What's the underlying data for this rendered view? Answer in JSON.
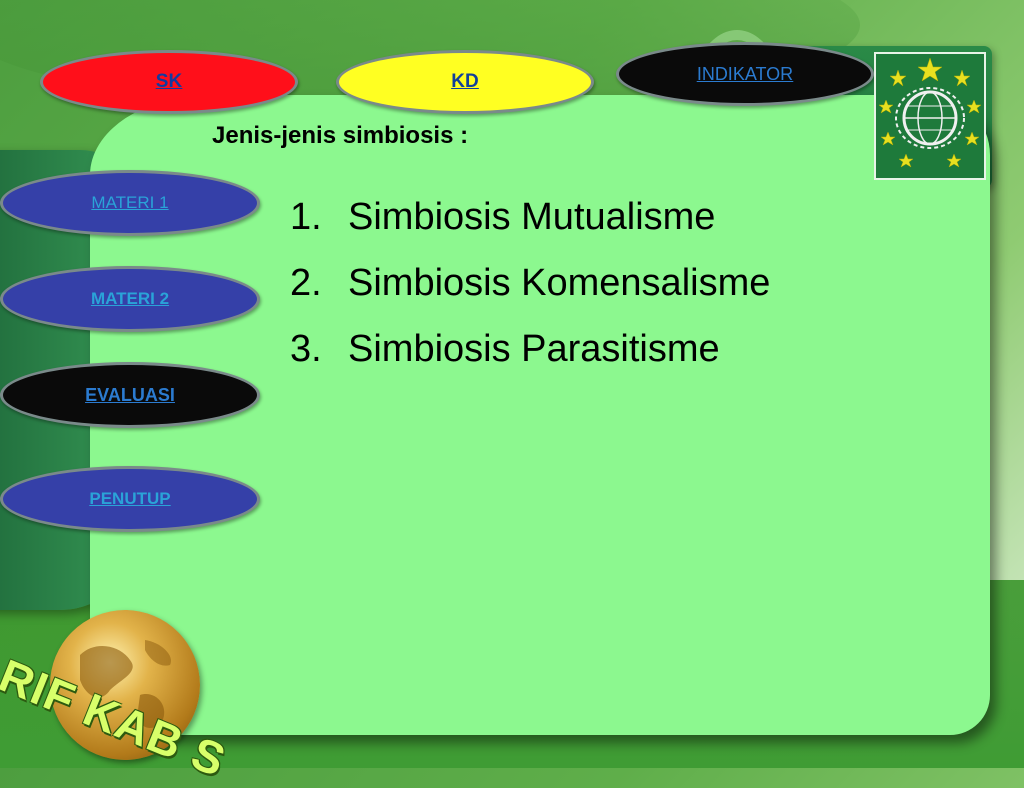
{
  "nav": {
    "sk": "SK",
    "kd": "KD",
    "indikator": "INDIKATOR",
    "materi1": "MATERI 1",
    "materi2": "MATERI 2",
    "evaluasi": "EVALUASI",
    "penutup": "PENUTUP"
  },
  "content": {
    "heading": "Jenis-jenis simbiosis :",
    "items": [
      {
        "num": "1.",
        "text": "Simbiosis Mutualisme"
      },
      {
        "num": "2.",
        "text": "Simbiosis Komensalisme"
      },
      {
        "num": "3.",
        "text": "Simbiosis Parasitisme"
      }
    ]
  },
  "branding": {
    "globe_text": "RIF KAB S",
    "emblem_icon": "nu-emblem-icon"
  },
  "colors": {
    "panel": "#8cf88f",
    "sk": "#ff0f1a",
    "kd": "#ffff22",
    "dark": "#0a0a0a",
    "blue": "#3540a8"
  }
}
